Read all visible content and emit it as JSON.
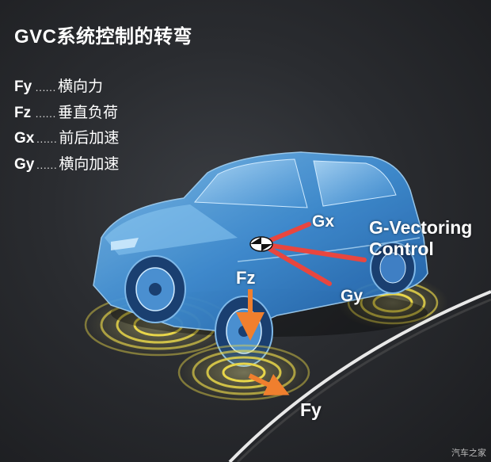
{
  "title": "GVC系统控制的转弯",
  "legend": [
    {
      "symbol": "Fy",
      "dots": "……",
      "desc": "横向力"
    },
    {
      "symbol": "Fz",
      "dots": "……",
      "desc": "垂直负荷"
    },
    {
      "symbol": "Gx",
      "dots": "……",
      "desc": "前后加速"
    },
    {
      "symbol": "Gy",
      "dots": "……",
      "desc": "横向加速"
    }
  ],
  "labels": {
    "gx": "Gx",
    "gy": "Gy",
    "fz": "Fz",
    "fy": "Fy",
    "gvc_line1": "G-Vectoring",
    "gvc_line2": "Control"
  },
  "watermark": "汽车之家",
  "colors": {
    "car_body": "#3f8fd6",
    "vector_red": "#e8463f",
    "force_orange": "#f07f2e",
    "ring_yellow": "#e8d64a"
  }
}
